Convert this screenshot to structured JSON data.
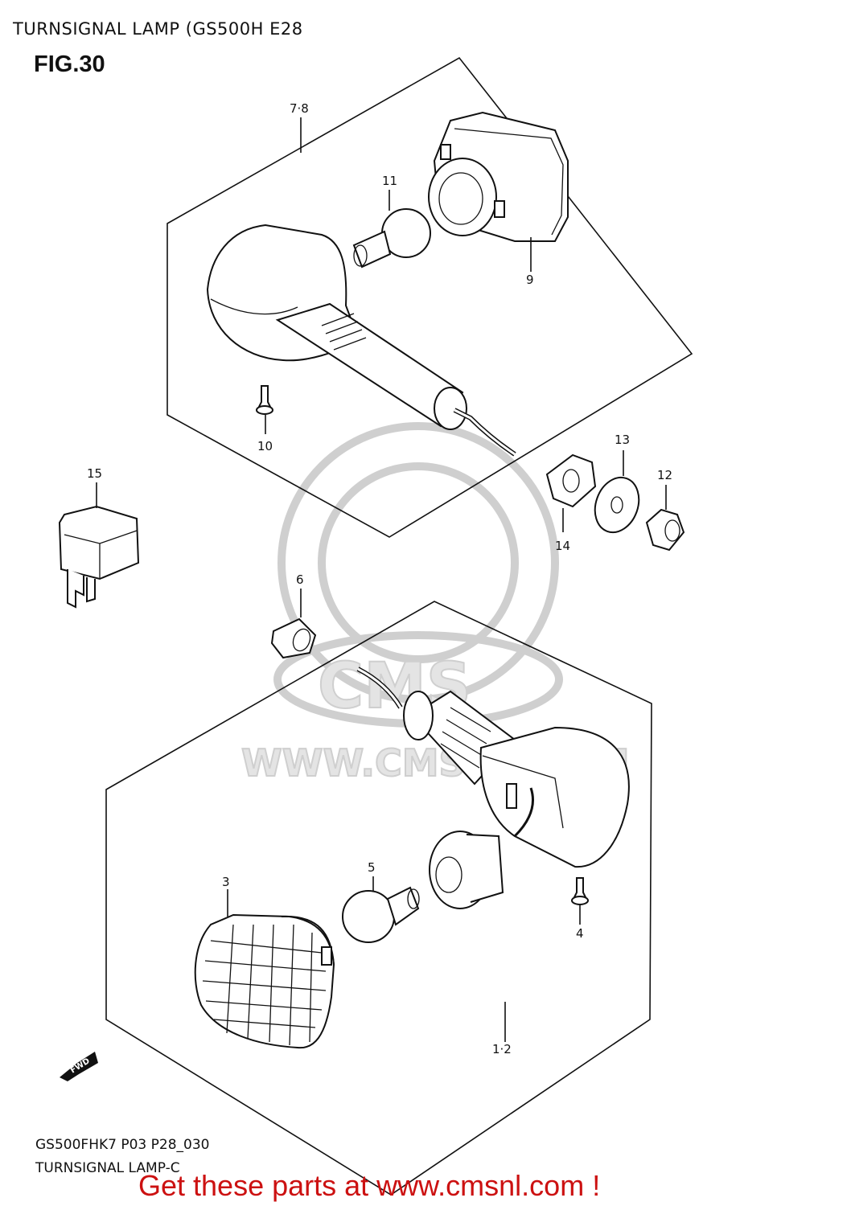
{
  "header": {
    "title": "TURNSIGNAL LAMP (GS500H E28",
    "figure": "FIG.30"
  },
  "callouts": {
    "c78": "7·8",
    "c11": "11",
    "c9": "9",
    "c10": "10",
    "c13": "13",
    "c12": "12",
    "c15": "15",
    "c14": "14",
    "c6": "6",
    "c5": "5",
    "c3": "3",
    "c4": "4",
    "c12b": "1·2"
  },
  "watermark": {
    "text": "WWW.CMSNL.COM",
    "logo": "CMS"
  },
  "fwd_arrow": "FWD",
  "footer": {
    "code": "GS500FHK7 P03 P28_030",
    "name": "TURNSIGNAL LAMP-C",
    "cta": "Get these parts at www.cmsnl.com !"
  },
  "colors": {
    "cta": "#cc1111",
    "lines": "#111111",
    "watermark": "#cfcfcf"
  }
}
